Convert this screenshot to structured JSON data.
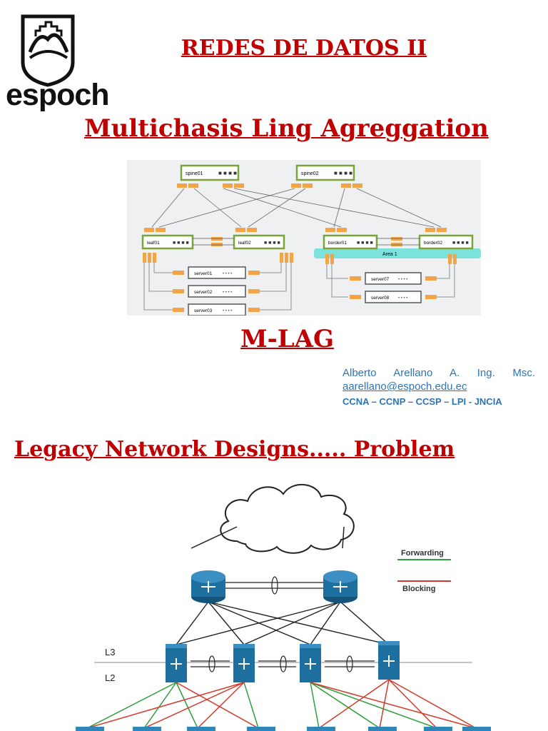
{
  "header": {
    "logo_text": "espoch",
    "course_title": "REDES DE DATOS II"
  },
  "slide1": {
    "title": "Multichasis Ling Agreggation",
    "subtitle": "M-LAG",
    "diagram": {
      "spines": [
        "spine01",
        "spine02"
      ],
      "leaves": [
        "leaf01",
        "leaf02"
      ],
      "borders": [
        "border01",
        "border02"
      ],
      "area_label": "Area 1",
      "servers_left": [
        "server01",
        "server02",
        "server03"
      ],
      "servers_right": [
        "server07",
        "server08"
      ]
    }
  },
  "author": {
    "name": "Alberto Arellano A. Ing. Msc.",
    "email": "aarellano@espoch.edu.ec",
    "certifications": "CCNA – CCNP – CCSP – LPI - JNCIA"
  },
  "slide2": {
    "title": "Legacy Network Designs..... Problem",
    "legend": {
      "forwarding_label": "Forwarding",
      "blocking_label": "Blocking",
      "forwarding_color": "#2e9e3a",
      "blocking_color": "#d43a2a"
    },
    "layer_labels": [
      "L3",
      "L2"
    ]
  },
  "colors": {
    "title_red": "#c00000",
    "author_blue": "#2e74b5",
    "switch_blue": "#1d6fa0",
    "port_orange": "#f2a447",
    "box_green": "#7aa33a",
    "area_cyan": "#5fe0d6"
  }
}
